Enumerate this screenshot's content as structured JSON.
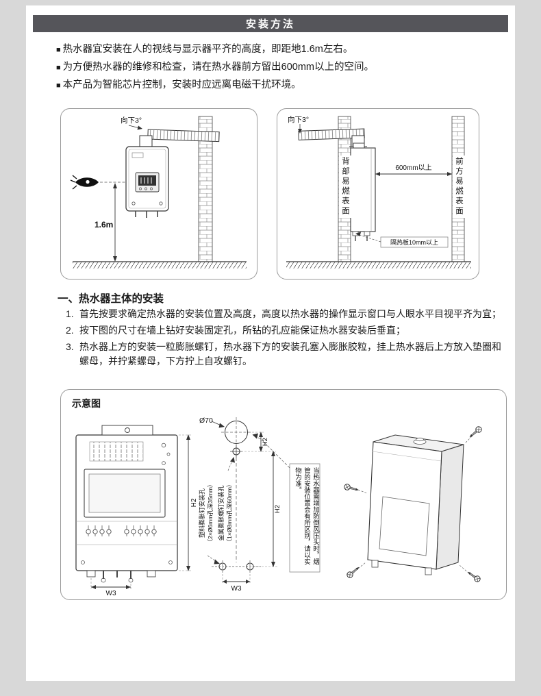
{
  "header": {
    "title": "安装方法"
  },
  "notes": {
    "bullet": "■",
    "items": [
      "热水器宜安装在人的视线与显示器平齐的高度，即距地1.6m左右。",
      "为方便热水器的维修和检查，请在热水器前方留出600mm以上的空间。",
      "本产品为智能芯片控制，安装时应远离电磁干扰环境。"
    ]
  },
  "section": {
    "title": "一、热水器主体的安装",
    "steps": [
      {
        "num": "1.",
        "text": "首先按要求确定热水器的安装位置及高度，高度以热水器的操作显示窗口与人眼水平目视平齐为宜；"
      },
      {
        "num": "2.",
        "text": "按下图的尺寸在墙上钻好安装固定孔，所钻的孔应能保证热水器安装后垂直；"
      },
      {
        "num": "3.",
        "text": "热水器上方的安装一粒膨胀螺钉，热水器下方的安装孔塞入膨胀胶粒，挂上热水器后上方放入垫圈和螺母，并拧紧螺母，下方拧上自攻螺钉。"
      }
    ]
  },
  "fig_front": {
    "angle": "向下3°",
    "height": "1.6m"
  },
  "fig_side": {
    "angle": "向下3°",
    "back_surface": "背部易燃表面",
    "front_surface": "前方易燃表面",
    "clearance": "600mm以上",
    "insulation": "隔热板10mm以上"
  },
  "fig_schematic": {
    "label": "示意图",
    "hole_dia": "Ø70",
    "h2": "H2",
    "w3": "W3",
    "plastic_hole": "塑料膨胀钉安装孔",
    "plastic_spec": "（2×Ø6mm孔深35mm）",
    "metal_hole": "金属膨胀螺钉安装孔",
    "metal_spec": "（1×Ø8mm孔深60mm）",
    "note": "当热水器需增加防倒风压头时，烟管的安装位置会有所区别，请以实物为准。"
  }
}
